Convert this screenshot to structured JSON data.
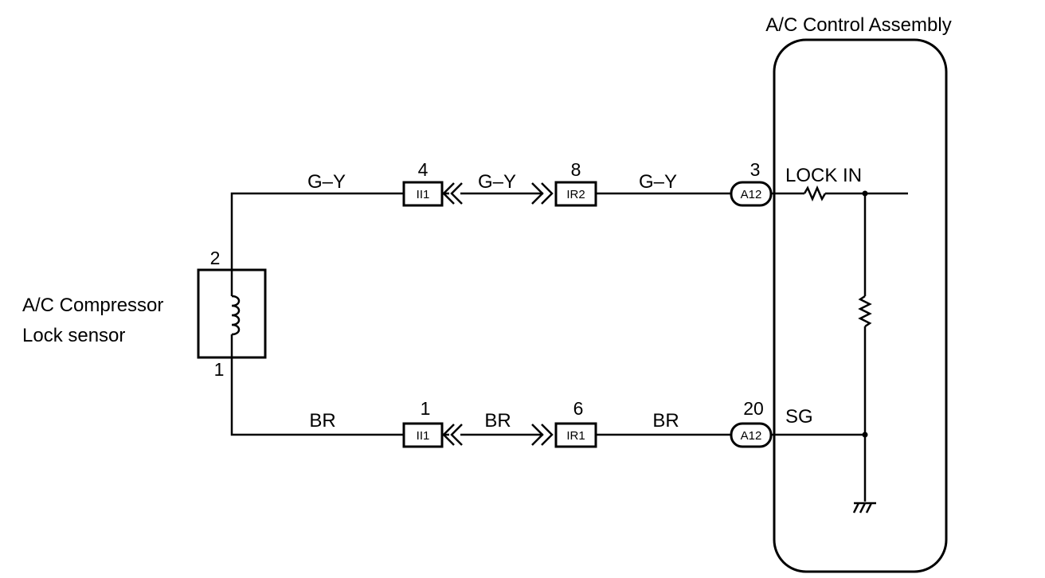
{
  "title": "A/C Control Assembly",
  "sensor": {
    "line1": "A/C Compressor",
    "line2": "Lock sensor",
    "pin_top": "2",
    "pin_bottom": "1"
  },
  "top_circuit": {
    "wire_left": "G–Y",
    "wire_mid": "G–Y",
    "wire_right": "G–Y",
    "j1": {
      "pin": "4",
      "code": "II1"
    },
    "j2": {
      "pin": "8",
      "code": "IR2"
    },
    "ecu": {
      "pin": "3",
      "code": "A12",
      "terminal": "LOCK IN"
    }
  },
  "bottom_circuit": {
    "wire_left": "BR",
    "wire_mid": "BR",
    "wire_right": "BR",
    "j1": {
      "pin": "1",
      "code": "II1"
    },
    "j2": {
      "pin": "6",
      "code": "IR1"
    },
    "ecu": {
      "pin": "20",
      "code": "A12",
      "terminal": "SG"
    }
  }
}
